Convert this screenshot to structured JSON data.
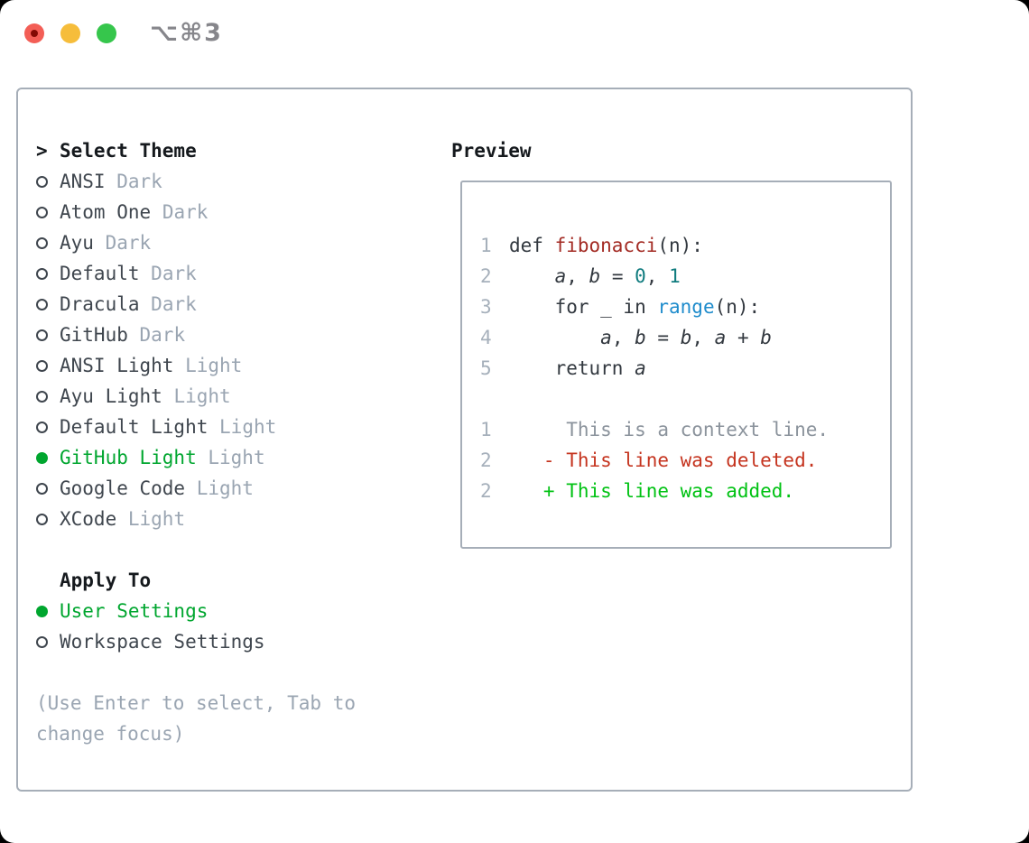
{
  "window": {
    "shortcut": "⌥⌘3"
  },
  "colors": {
    "selected_green": "#00a62f",
    "diff_added_green": "#00c213",
    "diff_deleted_red": "#c5341f",
    "function_red": "#a32b24",
    "call_blue": "#1f8ccc",
    "number_teal": "#0f7b7e",
    "muted_gray": "#9aa5b2",
    "border_gray": "#a6aeb8",
    "traffic_red": "#f35e56",
    "traffic_yellow": "#f6bd3b",
    "traffic_green": "#36c64c"
  },
  "theme_list": {
    "title_prefix": ">",
    "title": "Select Theme",
    "items": [
      {
        "name": "ANSI",
        "variant": "Dark",
        "selected": false
      },
      {
        "name": "Atom One",
        "variant": "Dark",
        "selected": false
      },
      {
        "name": "Ayu",
        "variant": "Dark",
        "selected": false
      },
      {
        "name": "Default",
        "variant": "Dark",
        "selected": false
      },
      {
        "name": "Dracula",
        "variant": "Dark",
        "selected": false
      },
      {
        "name": "GitHub",
        "variant": "Dark",
        "selected": false
      },
      {
        "name": "ANSI Light",
        "variant": "Light",
        "selected": false
      },
      {
        "name": "Ayu Light",
        "variant": "Light",
        "selected": false
      },
      {
        "name": "Default Light",
        "variant": "Light",
        "selected": false
      },
      {
        "name": "GitHub Light",
        "variant": "Light",
        "selected": true
      },
      {
        "name": "Google Code",
        "variant": "Light",
        "selected": false
      },
      {
        "name": "XCode",
        "variant": "Light",
        "selected": false
      }
    ]
  },
  "apply_to": {
    "title": "Apply To",
    "items": [
      {
        "label": "User Settings",
        "selected": true
      },
      {
        "label": "Workspace Settings",
        "selected": false
      }
    ]
  },
  "hint": "(Use Enter to select, Tab to change focus)",
  "preview": {
    "title": "Preview",
    "lines": [
      {
        "num": "1",
        "segs": [
          [
            "p",
            "def "
          ],
          [
            "fn",
            "fibonacci"
          ],
          [
            "p",
            "(n):"
          ]
        ]
      },
      {
        "num": "2",
        "segs": [
          [
            "p",
            "    "
          ],
          [
            "var",
            "a"
          ],
          [
            "p",
            ", "
          ],
          [
            "var",
            "b"
          ],
          [
            "p",
            " = "
          ],
          [
            "num",
            "0"
          ],
          [
            "p",
            ", "
          ],
          [
            "num",
            "1"
          ]
        ]
      },
      {
        "num": "3",
        "segs": [
          [
            "p",
            "    for _ in "
          ],
          [
            "call",
            "range"
          ],
          [
            "p",
            "(n):"
          ]
        ]
      },
      {
        "num": "4",
        "segs": [
          [
            "p",
            "        "
          ],
          [
            "var",
            "a"
          ],
          [
            "p",
            ", "
          ],
          [
            "var",
            "b"
          ],
          [
            "p",
            " = "
          ],
          [
            "var",
            "b"
          ],
          [
            "p",
            ", "
          ],
          [
            "var",
            "a"
          ],
          [
            "p",
            " + "
          ],
          [
            "var",
            "b"
          ]
        ]
      },
      {
        "num": "5",
        "segs": [
          [
            "p",
            "    return "
          ],
          [
            "var",
            "a"
          ]
        ]
      },
      {
        "num": "",
        "segs": []
      },
      {
        "num": "1",
        "segs": [
          [
            "ctx",
            "     This is a context line."
          ]
        ]
      },
      {
        "num": "2",
        "segs": [
          [
            "del",
            "   - This line was deleted."
          ]
        ]
      },
      {
        "num": "2",
        "segs": [
          [
            "add",
            "   + This line was added."
          ]
        ]
      }
    ]
  }
}
